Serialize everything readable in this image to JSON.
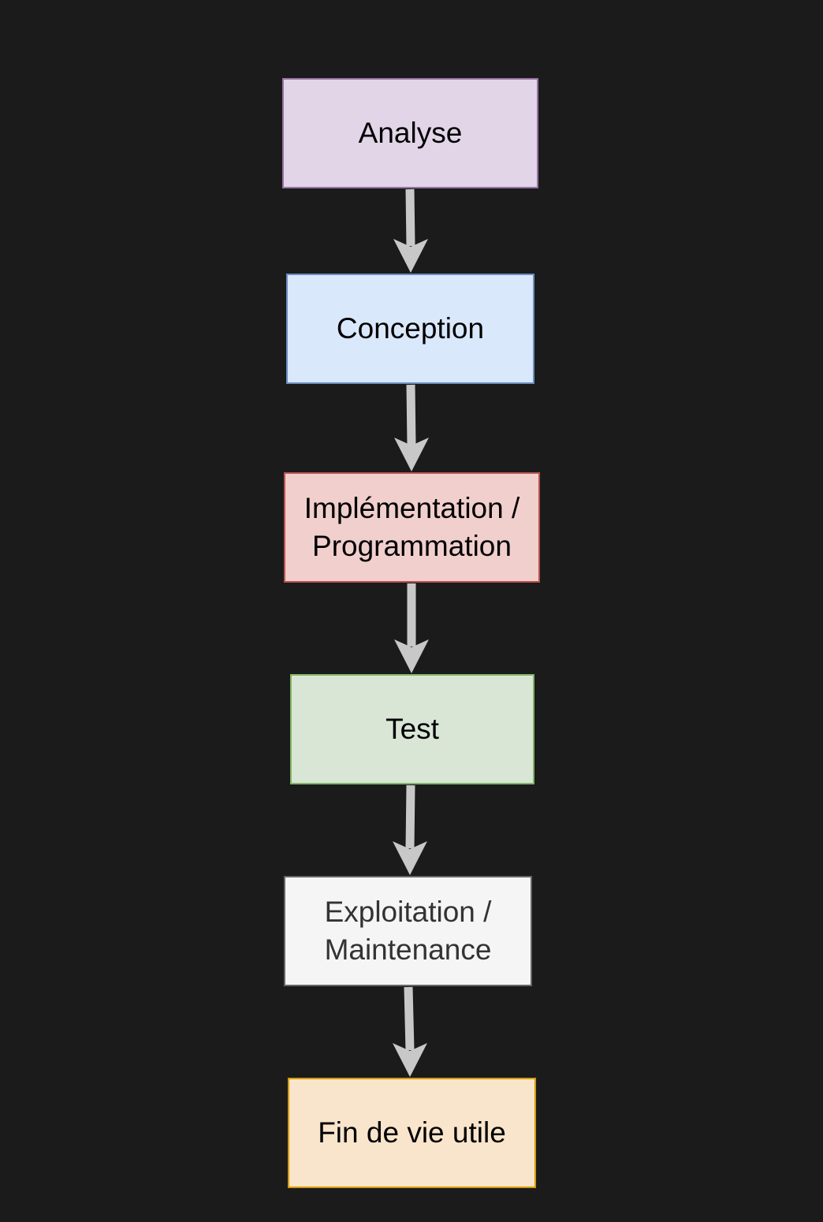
{
  "diagram": {
    "nodes": [
      {
        "id": "analyse",
        "label": "Analyse",
        "fill": "#e1d5e7",
        "stroke": "#9673a6",
        "text_color": "#000000"
      },
      {
        "id": "conception",
        "label": "Conception",
        "fill": "#dae8fc",
        "stroke": "#6c8ebf",
        "text_color": "#000000"
      },
      {
        "id": "implementation",
        "label": "Implémentation /\nProgrammation",
        "fill": "#f0cfcd",
        "stroke": "#b85450",
        "text_color": "#000000"
      },
      {
        "id": "test",
        "label": "Test",
        "fill": "#d9e6d6",
        "stroke": "#82b366",
        "text_color": "#000000"
      },
      {
        "id": "exploitation",
        "label": "Exploitation /\nMaintenance",
        "fill": "#f5f5f5",
        "stroke": "#666666",
        "text_color": "#333333"
      },
      {
        "id": "finvie",
        "label": "Fin de vie utile",
        "fill": "#f9e5cc",
        "stroke": "#d79b00",
        "text_color": "#000000"
      }
    ],
    "edges": [
      {
        "from": "analyse",
        "to": "conception"
      },
      {
        "from": "conception",
        "to": "implementation"
      },
      {
        "from": "implementation",
        "to": "test"
      },
      {
        "from": "test",
        "to": "exploitation"
      },
      {
        "from": "exploitation",
        "to": "finvie"
      }
    ],
    "colors": {
      "background": "#1b1b1b",
      "arrow": "#c8c8c8"
    }
  }
}
